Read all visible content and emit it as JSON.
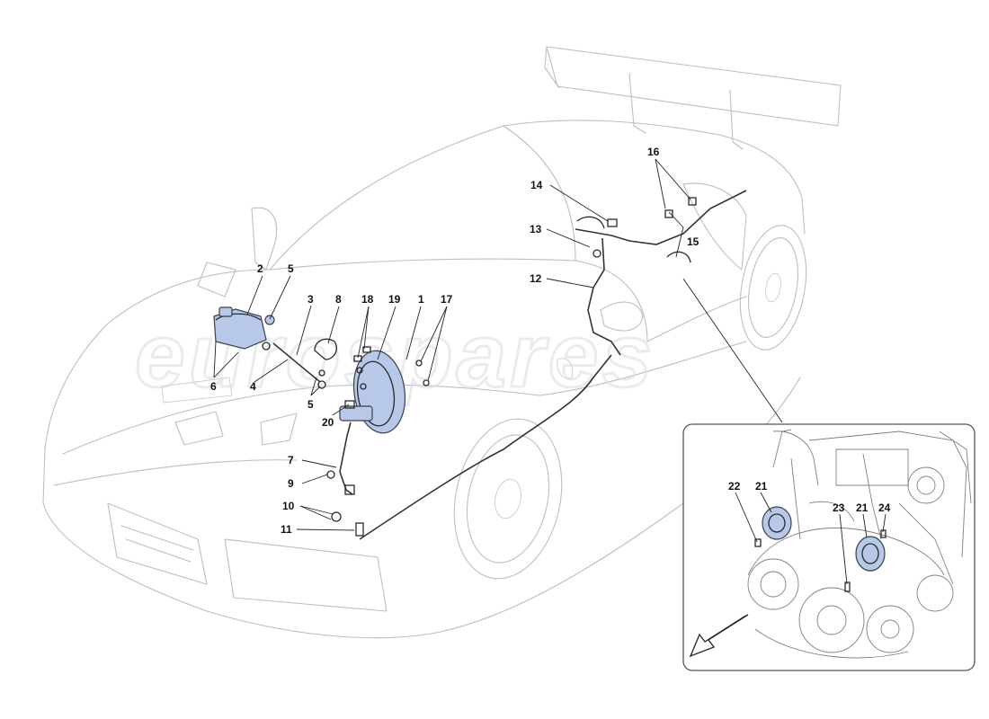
{
  "watermark": "eurospares",
  "callouts": [
    {
      "id": "c2",
      "text": "2"
    },
    {
      "id": "c5a",
      "text": "5"
    },
    {
      "id": "c3",
      "text": "3"
    },
    {
      "id": "c8",
      "text": "8"
    },
    {
      "id": "c18",
      "text": "18"
    },
    {
      "id": "c19",
      "text": "19"
    },
    {
      "id": "c1",
      "text": "1"
    },
    {
      "id": "c17",
      "text": "17"
    },
    {
      "id": "c6",
      "text": "6"
    },
    {
      "id": "c4",
      "text": "4"
    },
    {
      "id": "c5b",
      "text": "5"
    },
    {
      "id": "c20",
      "text": "20"
    },
    {
      "id": "c7",
      "text": "7"
    },
    {
      "id": "c9",
      "text": "9"
    },
    {
      "id": "c10",
      "text": "10"
    },
    {
      "id": "c11",
      "text": "11"
    },
    {
      "id": "c14",
      "text": "14"
    },
    {
      "id": "c13",
      "text": "13"
    },
    {
      "id": "c12",
      "text": "12"
    },
    {
      "id": "c16",
      "text": "16"
    },
    {
      "id": "c15",
      "text": "15"
    },
    {
      "id": "c22",
      "text": "22"
    },
    {
      "id": "c21a",
      "text": "21"
    },
    {
      "id": "c23",
      "text": "23"
    },
    {
      "id": "c21b",
      "text": "21"
    },
    {
      "id": "c24",
      "text": "24"
    }
  ],
  "colors": {
    "part_highlight": "#b7c8e8",
    "car_outline": "#b9bfc6",
    "callout_text": "#111111"
  }
}
